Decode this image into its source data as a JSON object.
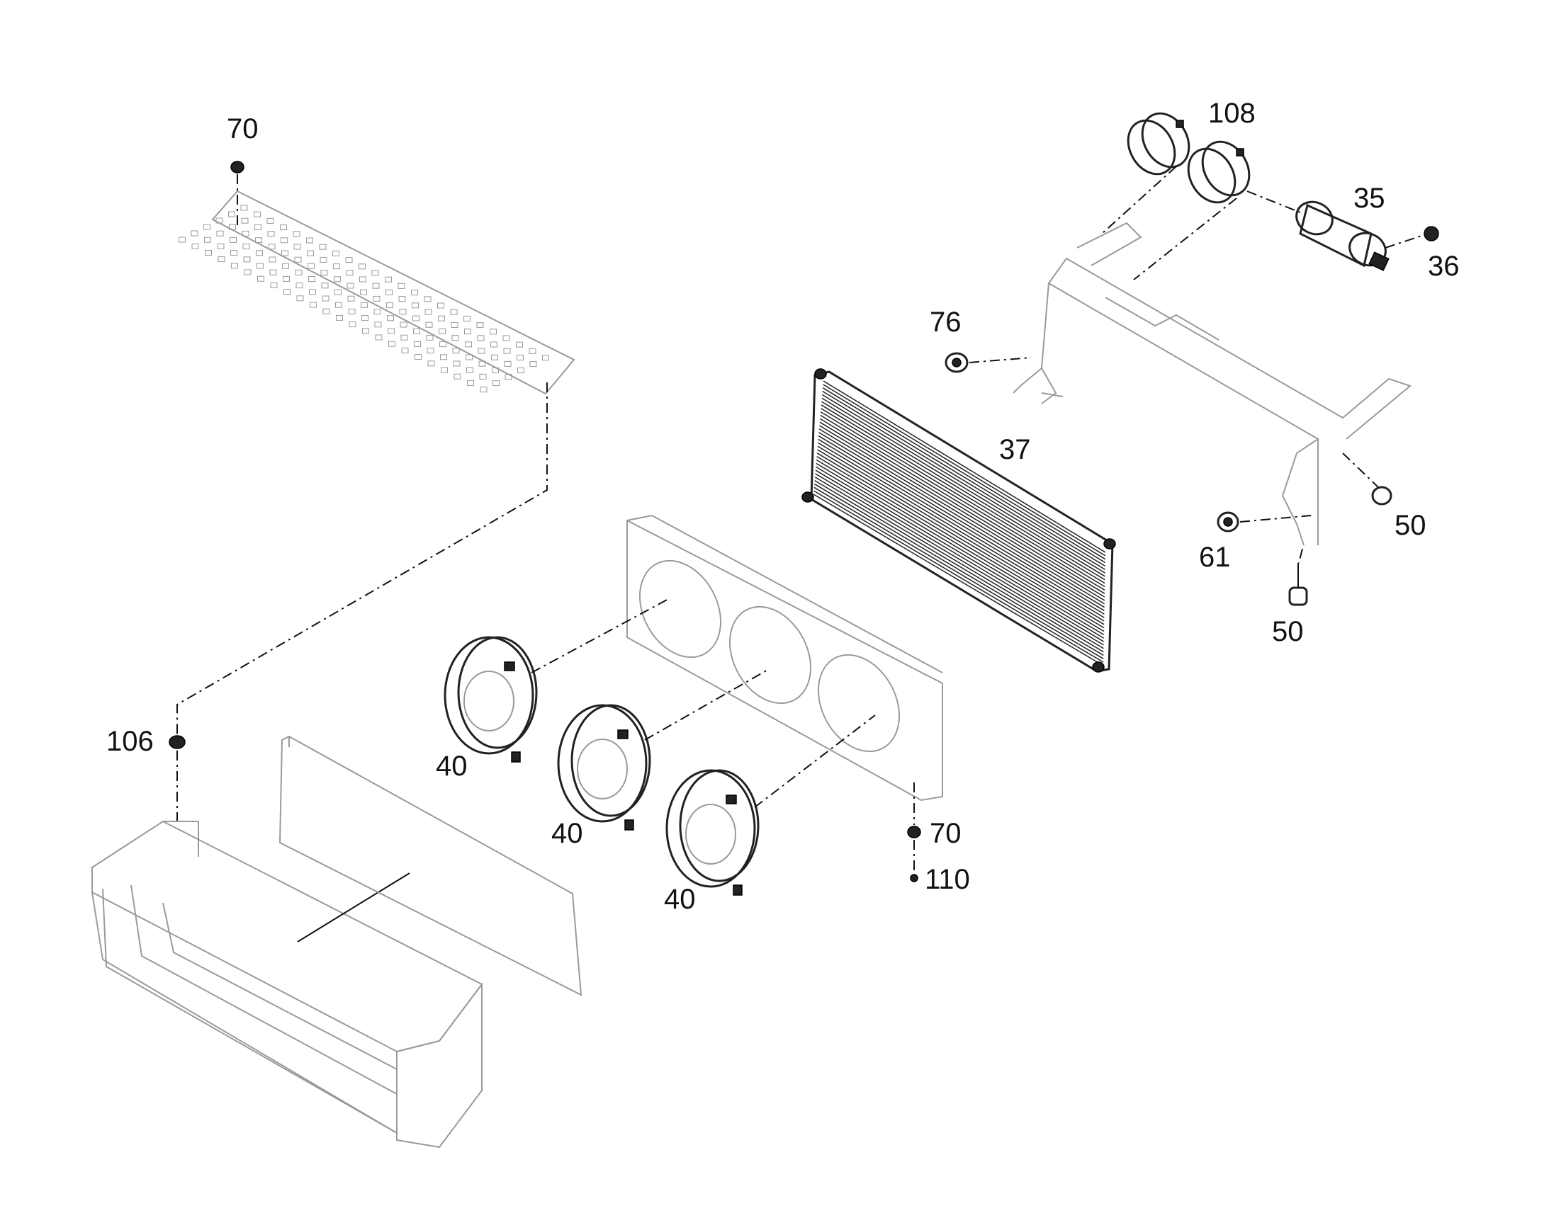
{
  "callouts": {
    "c70_top": "70",
    "c108": "108",
    "c35": "35",
    "c36": "36",
    "c76": "76",
    "c37": "37",
    "c50_right": "50",
    "c61": "61",
    "c50_bottom": "50",
    "c106": "106",
    "c40_a": "40",
    "c40_b": "40",
    "c40_c": "40",
    "c70_bottom": "70",
    "c110": "110"
  },
  "colors": {
    "line_art": "#9a9a9a",
    "dark_parts": "#222222",
    "text": "#111111",
    "background": "#ffffff"
  }
}
